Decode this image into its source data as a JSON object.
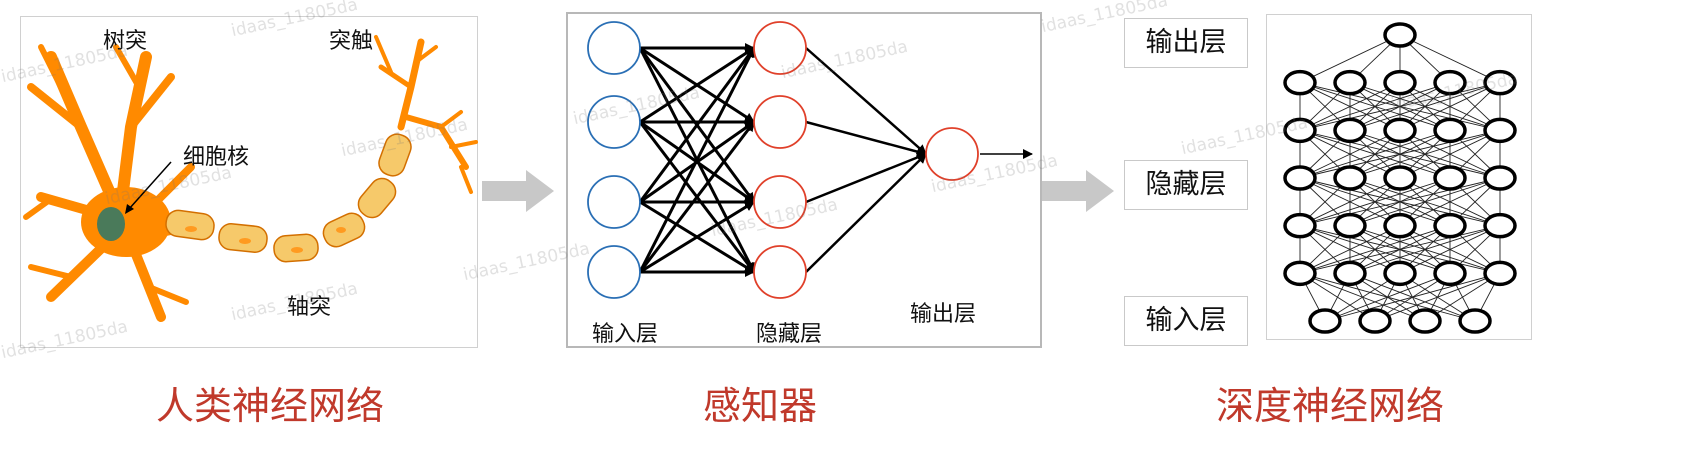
{
  "neuron": {
    "labels": {
      "dendrite": "树突",
      "synapse": "突触",
      "nucleus": "细胞核",
      "axon": "轴突"
    },
    "caption": "人类神经网络",
    "colors": {
      "body": "#ff8a00",
      "nucleus": "#4a7a5a",
      "myelin": "#f6c96a",
      "outline": "#d36f00"
    }
  },
  "perceptron": {
    "labels": {
      "input": "输入层",
      "hidden": "隐藏层",
      "output": "输出层"
    },
    "caption": "感知器",
    "colors": {
      "input_node": "#2a6fb5",
      "hidden_node": "#e0402a",
      "output_node": "#e0402a"
    },
    "input_count": 4,
    "hidden_count": 4,
    "output_count": 1
  },
  "deep": {
    "labels": {
      "output": "输出层",
      "hidden": "隐藏层",
      "input": "输入层"
    },
    "caption": "深度神经网络",
    "layer_sizes": [
      1,
      5,
      5,
      5,
      5,
      5,
      4
    ]
  },
  "caption_color": "#c0392b",
  "watermark": "idaas_11805da"
}
